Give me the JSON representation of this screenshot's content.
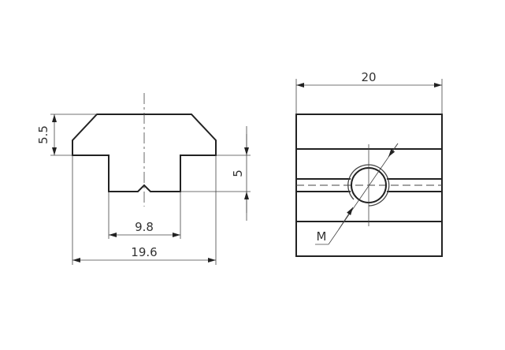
{
  "drawing": {
    "front_view": {
      "dim_height": "5.5",
      "dim_slot_depth": "5",
      "dim_slot_width": "9.8",
      "dim_total_width": "19.6"
    },
    "side_view": {
      "dim_length": "20",
      "thread_label": "M"
    }
  }
}
